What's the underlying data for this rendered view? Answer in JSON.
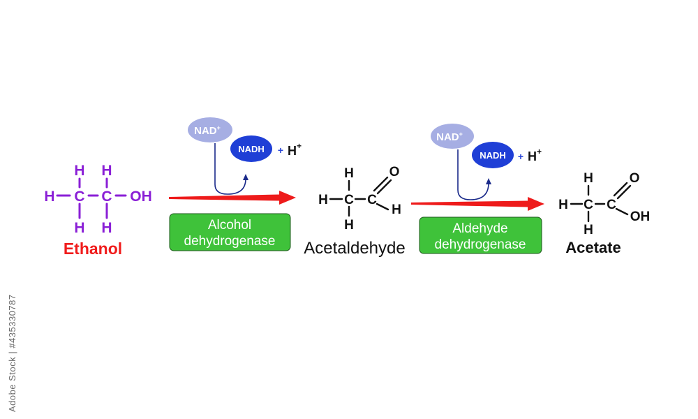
{
  "colors": {
    "ethanol": "#8a1fd6",
    "ethanol_label": "#f01c1c",
    "molecule": "#111111",
    "arrow": "#ee1b1b",
    "enzyme_box": "#3fc23a",
    "enzyme_text": "#ffffff",
    "nad": "#a6aee3",
    "nadh": "#1f3fd6",
    "cofactor_line": "#1a2a8a",
    "plus": "#2a46d6"
  },
  "molecules": {
    "ethanol": {
      "name": "Ethanol",
      "atoms": {
        "h_left": "H",
        "h_top1": "H",
        "h_top2": "H",
        "h_bot1": "H",
        "h_bot2": "H",
        "c1": "C",
        "c2": "C",
        "oh": "OH"
      }
    },
    "acetaldehyde": {
      "name": "Acetaldehyde",
      "atoms": {
        "h_top": "H",
        "h_left": "H",
        "h_bot": "H",
        "c1": "C",
        "c2": "C",
        "o": "O",
        "h_right": "H"
      }
    },
    "acetate": {
      "name": "Acetate",
      "atoms": {
        "h_top": "H",
        "h_left": "H",
        "h_bot": "H",
        "c1": "C",
        "c2": "C",
        "o": "O",
        "oh": "OH"
      }
    }
  },
  "reactions": [
    {
      "enzyme_line1": "Alcohol",
      "enzyme_line2": "dehydrogenase",
      "reactant_cofactor": "NAD",
      "reactant_cofactor_sup": "+",
      "product_cofactor": "NADH",
      "plus": "+",
      "proton": "H",
      "proton_sup": "+"
    },
    {
      "enzyme_line1": "Aldehyde",
      "enzyme_line2": "dehydrogenase",
      "reactant_cofactor": "NAD",
      "reactant_cofactor_sup": "+",
      "product_cofactor": "NADH",
      "plus": "+",
      "proton": "H",
      "proton_sup": "+"
    }
  ],
  "watermark": {
    "side_text": "Adobe Stock | #435330787"
  }
}
